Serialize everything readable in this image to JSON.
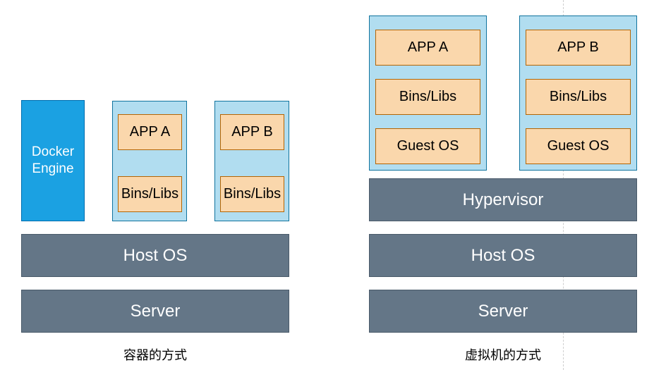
{
  "container_side": {
    "docker_engine": {
      "line1": "Docker",
      "line2": "Engine"
    },
    "app_a": {
      "app": "APP A",
      "libs": "Bins/Libs"
    },
    "app_b": {
      "app": "APP B",
      "libs": "Bins/Libs"
    },
    "host_os": "Host OS",
    "server": "Server",
    "caption": "容器的方式"
  },
  "vm_side": {
    "vm_a": {
      "app": "APP A",
      "libs": "Bins/Libs",
      "guest_os": "Guest OS"
    },
    "vm_b": {
      "app": "APP B",
      "libs": "Bins/Libs",
      "guest_os": "Guest OS"
    },
    "hypervisor": "Hypervisor",
    "host_os": "Host OS",
    "server": "Server",
    "caption": "虚拟机的方式"
  },
  "colors": {
    "layer_fill": "#647687",
    "container_fill": "#b1ddf0",
    "box_fill": "#fad7ac",
    "docker_fill": "#1ba1e2"
  }
}
